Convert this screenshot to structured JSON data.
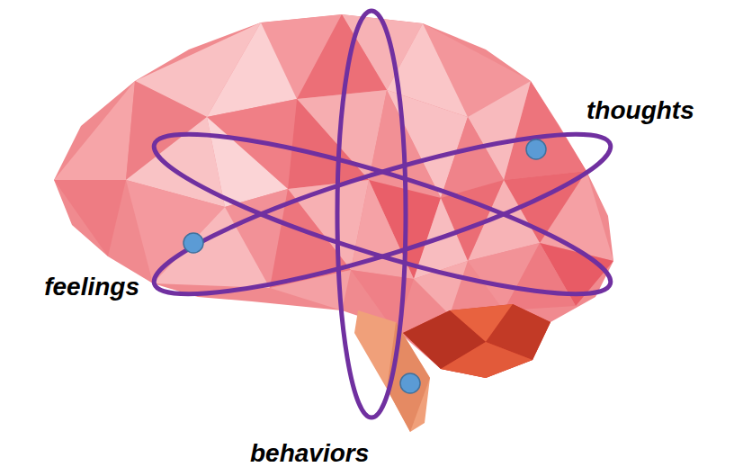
{
  "diagram": {
    "labels": [
      "thoughts",
      "feelings",
      "behaviors"
    ]
  }
}
